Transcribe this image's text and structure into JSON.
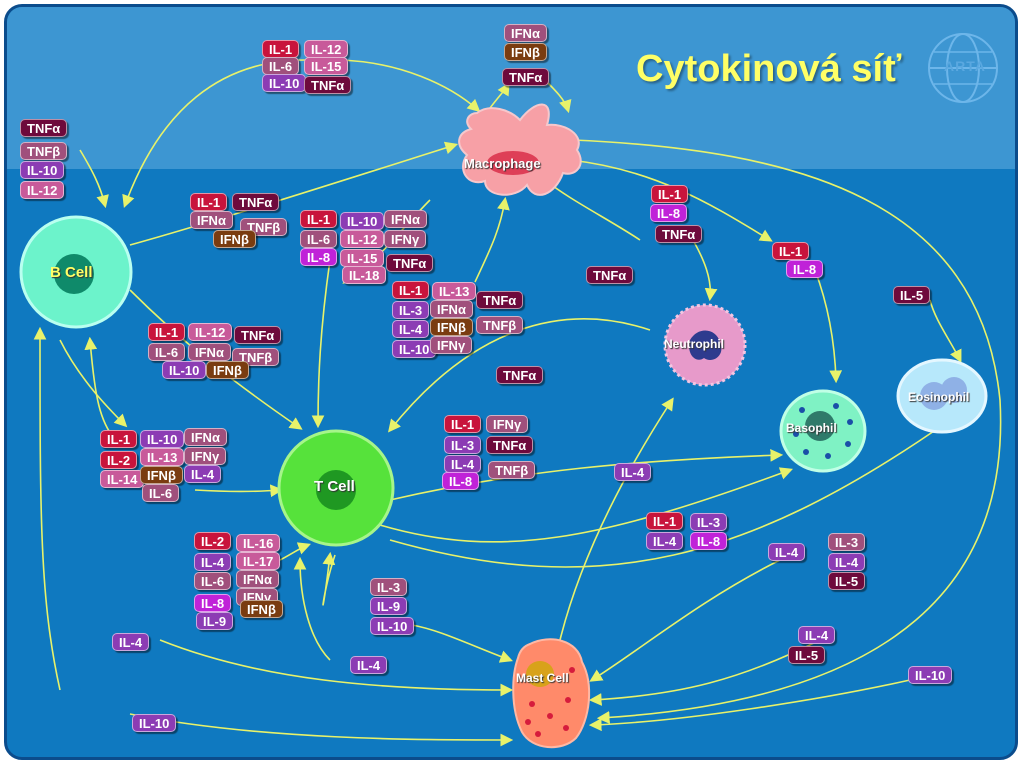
{
  "title": "Cytokinová síť",
  "logo_text": "ARTA",
  "cells": {
    "macrophage": "Macrophage",
    "b_cell": "B Cell",
    "t_cell": "T Cell",
    "neutrophil": "Neutrophil",
    "basophil": "Basophil",
    "eosinophil": "Eosinophil",
    "mast_cell": "Mast Cell"
  },
  "colors": {
    "red": "#c8143c",
    "pink": "#c85a9a",
    "mauve": "#a0507c",
    "purple": "#8c3cb4",
    "magenta": "#c022d8",
    "maroon": "#6e0a3c",
    "brown": "#7a3c10",
    "arrow": "#e8f26a"
  },
  "tags": [
    {
      "text": "IL-1",
      "c": "red"
    },
    {
      "text": "IL-12",
      "c": "pink"
    },
    {
      "text": "IL-6",
      "c": "mauve"
    },
    {
      "text": "IL-15",
      "c": "pink"
    },
    {
      "text": "IL-10",
      "c": "purple"
    },
    {
      "text": "TNFα",
      "c": "maroon"
    },
    {
      "text": "IFNα",
      "c": "mauve"
    },
    {
      "text": "IFNβ",
      "c": "brown"
    },
    {
      "text": "TNFα",
      "c": "maroon"
    },
    {
      "text": "TNFα",
      "c": "maroon"
    },
    {
      "text": "TNFβ",
      "c": "mauve"
    },
    {
      "text": "IL-10",
      "c": "purple"
    },
    {
      "text": "IL-12",
      "c": "pink"
    },
    {
      "text": "IL-1",
      "c": "red"
    },
    {
      "text": "TNFα",
      "c": "maroon"
    },
    {
      "text": "IFNα",
      "c": "mauve"
    },
    {
      "text": "TNFβ",
      "c": "mauve"
    },
    {
      "text": "IFNβ",
      "c": "brown"
    },
    {
      "text": "IL-1",
      "c": "red"
    },
    {
      "text": "IL-10",
      "c": "purple"
    },
    {
      "text": "IFNα",
      "c": "mauve"
    },
    {
      "text": "IL-6",
      "c": "mauve"
    },
    {
      "text": "IL-12",
      "c": "pink"
    },
    {
      "text": "IFNγ",
      "c": "mauve"
    },
    {
      "text": "IL-8",
      "c": "magenta"
    },
    {
      "text": "IL-15",
      "c": "pink"
    },
    {
      "text": "TNFα",
      "c": "maroon"
    },
    {
      "text": "IL-18",
      "c": "pink"
    },
    {
      "text": "IL-1",
      "c": "red"
    },
    {
      "text": "IL-8",
      "c": "magenta"
    },
    {
      "text": "TNFα",
      "c": "maroon"
    },
    {
      "text": "IL-1",
      "c": "red"
    },
    {
      "text": "IL-8",
      "c": "magenta"
    },
    {
      "text": "TNFα",
      "c": "maroon"
    },
    {
      "text": "IL-1",
      "c": "red"
    },
    {
      "text": "IL-13",
      "c": "pink"
    },
    {
      "text": "TNFα",
      "c": "maroon"
    },
    {
      "text": "IL-3",
      "c": "purple"
    },
    {
      "text": "IFNα",
      "c": "mauve"
    },
    {
      "text": "IL-4",
      "c": "purple"
    },
    {
      "text": "IFNβ",
      "c": "brown"
    },
    {
      "text": "TNFβ",
      "c": "mauve"
    },
    {
      "text": "IL-10",
      "c": "purple"
    },
    {
      "text": "IFNγ",
      "c": "mauve"
    },
    {
      "text": "IL-1",
      "c": "red"
    },
    {
      "text": "IL-12",
      "c": "pink"
    },
    {
      "text": "TNFα",
      "c": "maroon"
    },
    {
      "text": "IL-6",
      "c": "mauve"
    },
    {
      "text": "IFNα",
      "c": "mauve"
    },
    {
      "text": "TNFβ",
      "c": "mauve"
    },
    {
      "text": "IL-10",
      "c": "purple"
    },
    {
      "text": "IFNβ",
      "c": "brown"
    },
    {
      "text": "IL-5",
      "c": "maroon"
    },
    {
      "text": "TNFα",
      "c": "maroon"
    },
    {
      "text": "IL-1",
      "c": "red"
    },
    {
      "text": "IL-10",
      "c": "purple"
    },
    {
      "text": "IFNα",
      "c": "mauve"
    },
    {
      "text": "IL-2",
      "c": "red"
    },
    {
      "text": "IL-13",
      "c": "pink"
    },
    {
      "text": "IFNγ",
      "c": "mauve"
    },
    {
      "text": "IL-14",
      "c": "pink"
    },
    {
      "text": "IFNβ",
      "c": "brown"
    },
    {
      "text": "IL-4",
      "c": "purple"
    },
    {
      "text": "IL-6",
      "c": "mauve"
    },
    {
      "text": "IL-1",
      "c": "red"
    },
    {
      "text": "IFNγ",
      "c": "mauve"
    },
    {
      "text": "IL-3",
      "c": "purple"
    },
    {
      "text": "TNFα",
      "c": "maroon"
    },
    {
      "text": "IL-4",
      "c": "purple"
    },
    {
      "text": "TNFβ",
      "c": "mauve"
    },
    {
      "text": "IL-8",
      "c": "magenta"
    },
    {
      "text": "IL-4",
      "c": "purple"
    },
    {
      "text": "IL-1",
      "c": "red"
    },
    {
      "text": "IL-3",
      "c": "purple"
    },
    {
      "text": "IL-4",
      "c": "purple"
    },
    {
      "text": "IL-8",
      "c": "magenta"
    },
    {
      "text": "IL-4",
      "c": "purple"
    },
    {
      "text": "IL-3",
      "c": "mauve"
    },
    {
      "text": "IL-4",
      "c": "purple"
    },
    {
      "text": "IL-5",
      "c": "maroon"
    },
    {
      "text": "IL-2",
      "c": "red"
    },
    {
      "text": "IL-16",
      "c": "pink"
    },
    {
      "text": "IL-4",
      "c": "purple"
    },
    {
      "text": "IL-17",
      "c": "pink"
    },
    {
      "text": "IL-6",
      "c": "mauve"
    },
    {
      "text": "IFNα",
      "c": "mauve"
    },
    {
      "text": "IL-8",
      "c": "magenta"
    },
    {
      "text": "IFNγ",
      "c": "mauve"
    },
    {
      "text": "IFNβ",
      "c": "brown"
    },
    {
      "text": "IL-9",
      "c": "purple"
    },
    {
      "text": "IL-3",
      "c": "mauve"
    },
    {
      "text": "IL-9",
      "c": "purple"
    },
    {
      "text": "IL-10",
      "c": "purple"
    },
    {
      "text": "IL-4",
      "c": "purple"
    },
    {
      "text": "IL-4",
      "c": "purple"
    },
    {
      "text": "IL-4",
      "c": "purple"
    },
    {
      "text": "IL-5",
      "c": "maroon"
    },
    {
      "text": "IL-10",
      "c": "purple"
    },
    {
      "text": "IL-10",
      "c": "purple"
    }
  ]
}
